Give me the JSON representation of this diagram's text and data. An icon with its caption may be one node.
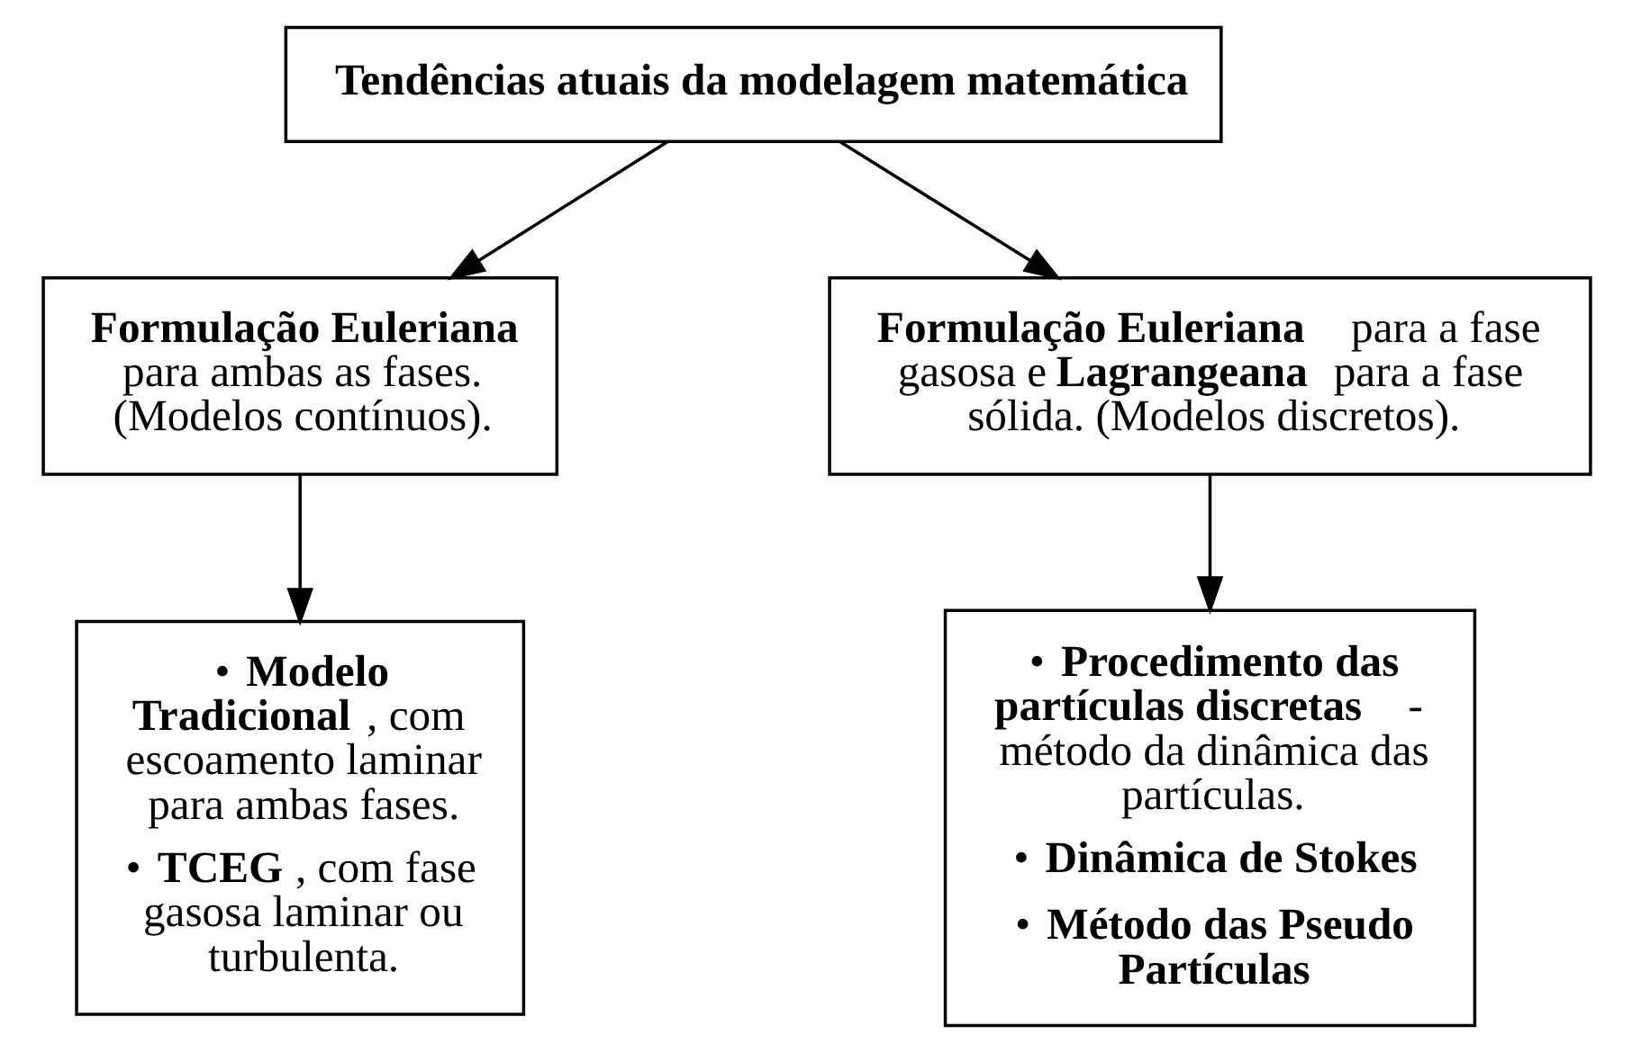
{
  "diagram": {
    "nodes": [
      {
        "text": [
          "**Tendências atuais da modelagem matemática**"
        ]
      },
      {
        "text": [
          "**Formulação Euleriana** para ambas as fases. (Modelos contínuos)."
        ]
      },
      {
        "text": [
          "**Formulação Euleriana** para a fase gasosa e **Lagrangeana** para a fase sólida. (Modelos discretos)."
        ]
      },
      {
        "text": [
          "• **Modelo Tradicional**, com escoamento laminar para ambas fases.",
          "• **TCEG**, com fase gasosa laminar ou turbulenta."
        ]
      },
      {
        "text": [
          "• **Procedimento das partículas discretas** - método da dinâmica das partículas.",
          "• **Dinâmica de Stokes**",
          "• **Método das Pseudo Partículas**"
        ]
      }
    ],
    "edges": [
      {
        "from": 0,
        "to": 1,
        "arrow": "to"
      },
      {
        "from": 0,
        "to": 2,
        "arrow": "to"
      },
      {
        "from": 1,
        "to": 3,
        "arrow": "to"
      },
      {
        "from": 2,
        "to": 4,
        "arrow": "to"
      }
    ]
  }
}
